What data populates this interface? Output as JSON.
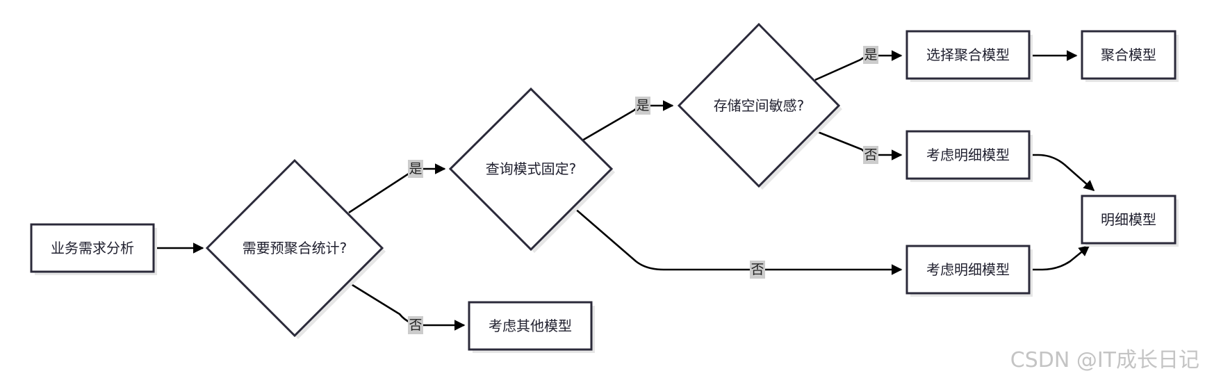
{
  "nodes": {
    "start": "业务需求分析",
    "q_preagg": "需要预聚合统计?",
    "q_query_fixed": "查询模式固定?",
    "q_storage": "存储空间敏感?",
    "choose_agg": "选择聚合模型",
    "agg_model": "聚合模型",
    "consider_detail_1": "考虑明细模型",
    "consider_detail_2": "考虑明细模型",
    "detail_model": "明细模型",
    "consider_other": "考虑其他模型"
  },
  "edge_labels": {
    "preagg_yes": "是",
    "preagg_no": "否",
    "query_yes": "是",
    "query_no": "否",
    "storage_yes": "是",
    "storage_no": "否"
  },
  "watermark": "CSDN @IT成长日记",
  "colors": {
    "node_stroke": "#2b2a3a",
    "edge": "#000000",
    "label_bg": "#cccccc",
    "watermark": "#c4c4c4"
  }
}
